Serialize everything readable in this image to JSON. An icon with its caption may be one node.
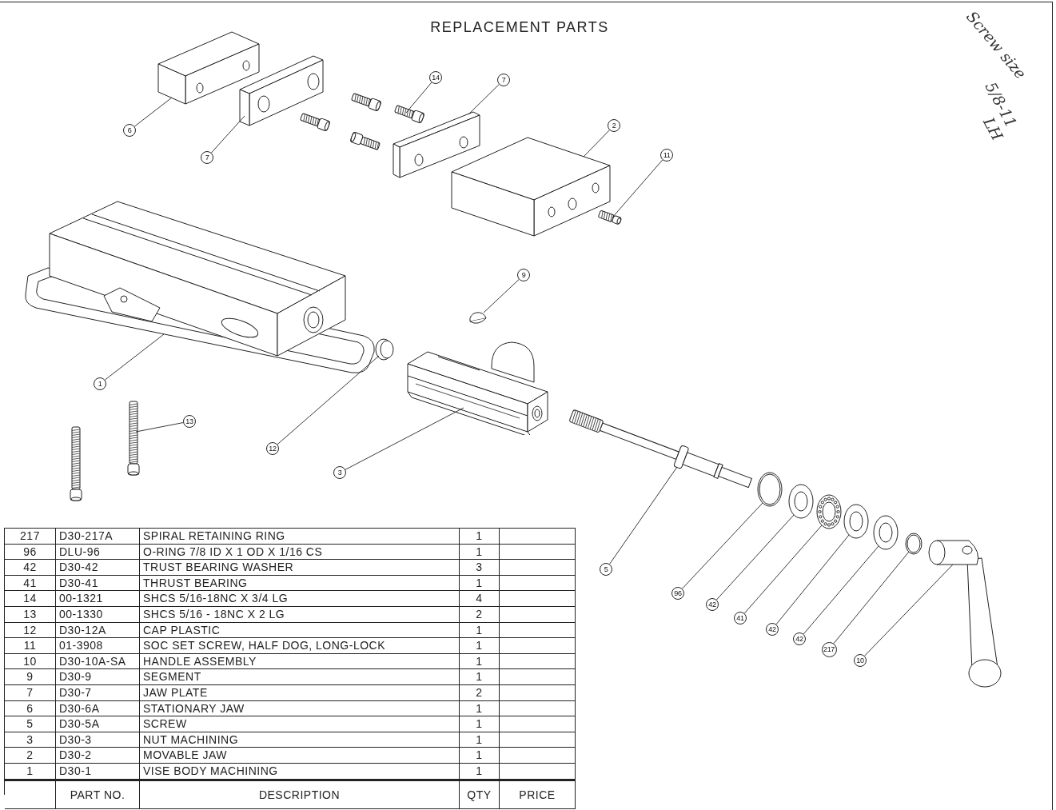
{
  "diagram": {
    "title": "REPLACEMENT PARTS",
    "nodes": [
      {
        "text": [
          "14"
        ]
      },
      {
        "text": [
          "7"
        ]
      },
      {
        "text": [
          "2"
        ]
      },
      {
        "text": [
          "6"
        ]
      },
      {
        "text": [
          "7"
        ]
      },
      {
        "text": [
          "11"
        ]
      },
      {
        "text": [
          "9"
        ]
      },
      {
        "text": [
          "1"
        ]
      },
      {
        "text": [
          "13"
        ]
      },
      {
        "text": [
          "12"
        ]
      },
      {
        "text": [
          "3"
        ]
      },
      {
        "text": [
          "5"
        ]
      },
      {
        "text": [
          "96"
        ]
      },
      {
        "text": [
          "42"
        ]
      },
      {
        "text": [
          "41"
        ]
      },
      {
        "text": [
          "42"
        ]
      },
      {
        "text": [
          "42"
        ]
      },
      {
        "text": [
          "217"
        ]
      },
      {
        "text": [
          "10"
        ]
      },
      {
        "text": [],
        "shape": "picture"
      },
      {
        "text": [],
        "shape": "picture"
      },
      {
        "text": [],
        "shape": "picture"
      },
      {
        "text": [],
        "shape": "picture"
      },
      {
        "text": [],
        "shape": "picture"
      },
      {
        "text": [],
        "shape": "picture"
      },
      {
        "text": [],
        "shape": "picture"
      },
      {
        "text": [],
        "shape": "picture"
      },
      {
        "text": [],
        "shape": "picture"
      },
      {
        "text": [],
        "shape": "picture"
      },
      {
        "text": [],
        "shape": "picture"
      },
      {
        "text": [],
        "shape": "picture"
      },
      {
        "text": [],
        "shape": "picture"
      },
      {
        "text": [],
        "shape": "picture"
      },
      {
        "text": [],
        "shape": "picture"
      },
      {
        "text": [],
        "shape": "picture"
      },
      {
        "text": [],
        "shape": "picture"
      },
      {
        "text": [],
        "shape": "picture"
      },
      {
        "text": [],
        "shape": "picture"
      }
    ],
    "edges": [
      {
        "from": 0,
        "to": 21,
        "arrow": "none"
      },
      {
        "from": 1,
        "to": 22,
        "arrow": "none"
      },
      {
        "from": 2,
        "to": 23,
        "arrow": "none"
      },
      {
        "from": 3,
        "to": 19,
        "arrow": "none"
      },
      {
        "from": 4,
        "to": 20,
        "arrow": "none"
      },
      {
        "from": 5,
        "to": 24,
        "arrow": "none"
      },
      {
        "from": 6,
        "to": 26,
        "arrow": "none"
      },
      {
        "from": 7,
        "to": 25,
        "arrow": "none"
      },
      {
        "from": 8,
        "to": 29,
        "arrow": "none"
      },
      {
        "from": 9,
        "to": 27,
        "arrow": "none"
      },
      {
        "from": 10,
        "to": 28,
        "arrow": "none"
      },
      {
        "from": 11,
        "to": 30,
        "arrow": "none"
      },
      {
        "from": 12,
        "to": 31,
        "arrow": "none"
      },
      {
        "from": 13,
        "to": 32,
        "arrow": "none"
      },
      {
        "from": 14,
        "to": 33,
        "arrow": "none"
      },
      {
        "from": 15,
        "to": 34,
        "arrow": "none"
      },
      {
        "from": 16,
        "to": 35,
        "arrow": "none"
      },
      {
        "from": 17,
        "to": 36,
        "arrow": "none"
      },
      {
        "from": 18,
        "to": 37,
        "arrow": "none"
      }
    ],
    "labels": [
      "Screw size",
      "5/8-11",
      "LH",
      "217",
      "D30-217A",
      "SPIRAL RETAINING RING",
      "1",
      "96",
      "DLU-96",
      "O-RING 7/8 ID X 1 OD X 1/16 CS",
      "1",
      "42",
      "D30-42",
      "TRUST BEARING WASHER",
      "3",
      "41",
      "D30-41",
      "THRUST BEARING",
      "1",
      "14",
      "00-1321",
      "SHCS 5/16-18NC X 3/4 LG",
      "4",
      "13",
      "00-1330",
      "SHCS 5/16 - 18NC X 2 LG",
      "2",
      "12",
      "D30-12A",
      "CAP PLASTIC",
      "1",
      "11",
      "01-3908",
      "SOC SET SCREW, HALF DOG, LONG-LOCK",
      "1",
      "10",
      "D30-10A-SA",
      "HANDLE ASSEMBLY",
      "1",
      "9",
      "D30-9",
      "SEGMENT",
      "1",
      "7",
      "D30-7",
      "JAW PLATE",
      "2",
      "6",
      "D30-6A",
      "STATIONARY JAW",
      "1",
      "5",
      "D30-5A",
      "SCREW",
      "1",
      "3",
      "D30-3",
      "NUT MACHINING",
      "1",
      "2",
      "D30-2",
      "MOVABLE JAW",
      "1",
      "1",
      "D30-1",
      "VISE BODY MACHINING",
      "1",
      "PART NO.",
      "DESCRIPTION",
      "QTY",
      "PRICE"
    ]
  }
}
